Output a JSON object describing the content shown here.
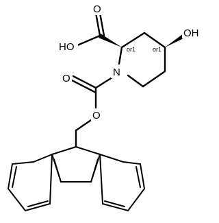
{
  "molecule": {
    "atoms": {
      "acid_oh": "HO",
      "acid_o": "O",
      "hydroxyl": "OH",
      "ring_n": "N",
      "carbamate_o": "O",
      "ester_o": "O"
    },
    "stereo": {
      "c2": "or1",
      "c4": "or1"
    }
  }
}
